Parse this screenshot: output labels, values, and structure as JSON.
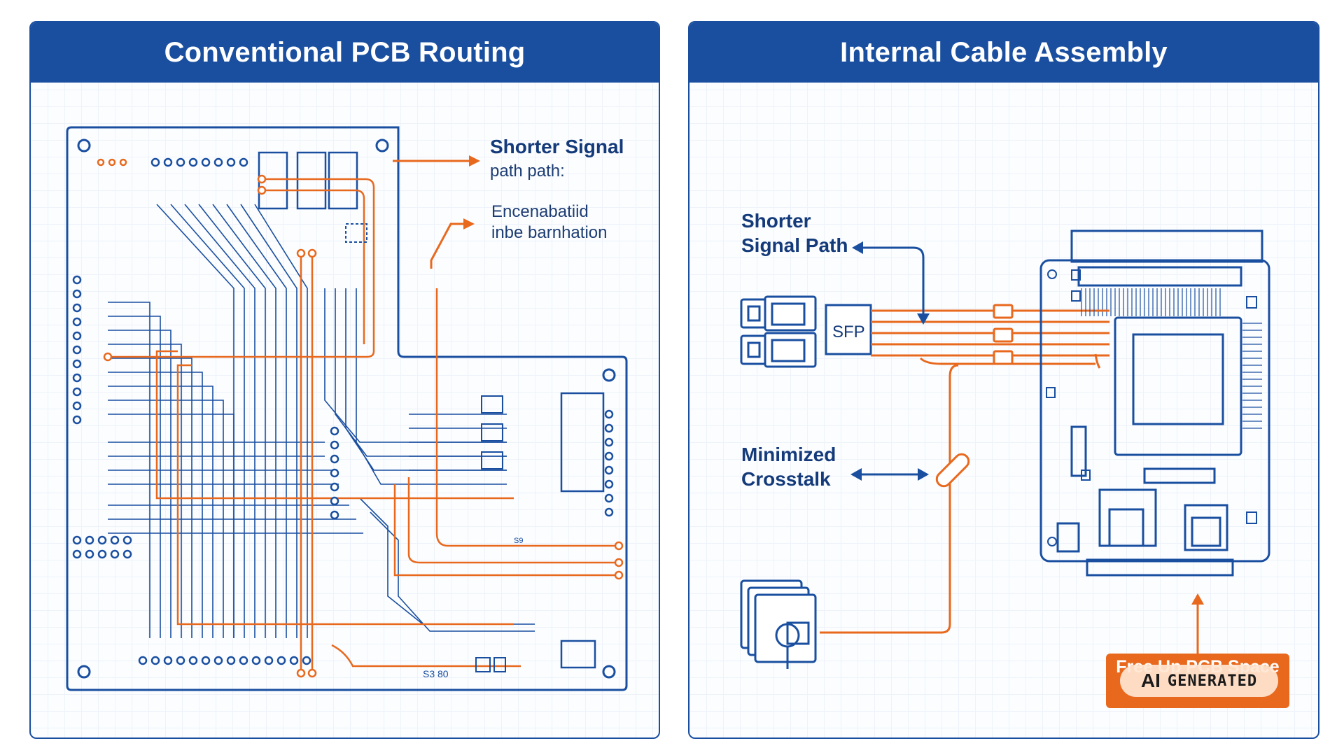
{
  "left_panel": {
    "title": "Conventional PCB Routing",
    "callout_1": {
      "line1": "Shorter Signal",
      "line2": "path path:"
    },
    "callout_2": {
      "line1": "Encenabatiid",
      "line2": "inbe barnhation"
    },
    "board_label_1": "S9",
    "board_label_2": "S3 80"
  },
  "right_panel": {
    "title": "Internal Cable Assembly",
    "signal_label": {
      "line1": "Shorter",
      "line2": "Signal Path"
    },
    "crosstalk_label": {
      "line1": "Minimized",
      "line2": "Crosstalk"
    },
    "connector_label": "SFP",
    "free_space_badge": "Free Up PCB Space"
  },
  "watermark": {
    "ai": "AI",
    "generated": "GENERATED"
  },
  "colors": {
    "blue": "#1a4fa0",
    "orange": "#e8691e",
    "white": "#ffffff"
  }
}
